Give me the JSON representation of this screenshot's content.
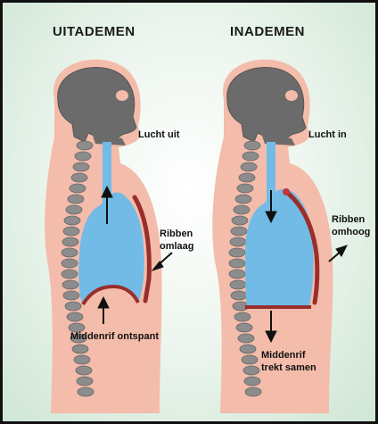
{
  "title_left": "UITADEMEN",
  "title_right": "INADEMEN",
  "labels": {
    "left_air": "Lucht uit",
    "right_air": "Lucht in",
    "left_ribs": [
      "Ribben",
      "omlaag"
    ],
    "right_ribs": [
      "Ribben",
      "omhoog"
    ],
    "left_diaphragm": "Middenrif ontspant",
    "right_diaphragm": [
      "Middenrif",
      "trekt samen"
    ]
  },
  "colors": {
    "skin": "#f4bcaa",
    "skull": "#696969",
    "lung": "#72bbe6",
    "rib": "#9a2e2b",
    "spine": "#8c8c8c"
  }
}
